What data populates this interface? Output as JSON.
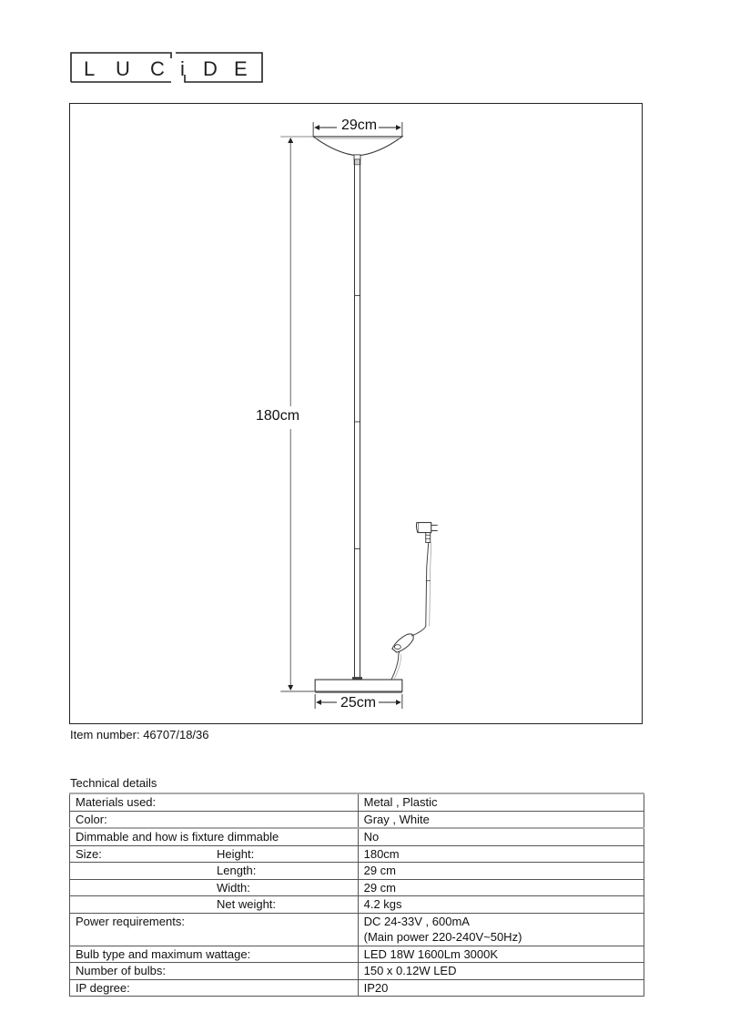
{
  "brand": {
    "logo_text": "LUCIDE",
    "logo_letters": [
      "L",
      "U",
      "C",
      "i",
      "D",
      "E"
    ]
  },
  "drawing": {
    "dimensions": {
      "top_width": "29cm",
      "height": "180cm",
      "base_width": "25cm"
    },
    "components": [
      "lamp-shade",
      "pole",
      "base",
      "power-cable",
      "inline-dimmer",
      "power-adapter-plug"
    ]
  },
  "item": {
    "label": "Item number:",
    "number": "46707/18/36",
    "full": "Item number: 46707/18/36"
  },
  "technical_details": {
    "title": "Technical details",
    "rows": [
      {
        "label": "Materials used:",
        "sublabel": "",
        "value": "Metal , Plastic"
      },
      {
        "label": "Color:",
        "sublabel": "",
        "value": "Gray , White"
      },
      {
        "label": "Dimmable and how is fixture dimmable",
        "sublabel": "",
        "value": "No"
      },
      {
        "label": "Size:",
        "sublabel": "Height:",
        "value": "180cm"
      },
      {
        "label": "",
        "sublabel": "Length:",
        "value": "29 cm"
      },
      {
        "label": "",
        "sublabel": "Width:",
        "value": "29 cm"
      },
      {
        "label": "",
        "sublabel": "Net weight:",
        "value": "4.2 kgs"
      },
      {
        "label": "Power requirements:",
        "sublabel": "",
        "value": "DC 24-33V , 600mA",
        "value_line2": "(Main power 220-240V~50Hz)"
      },
      {
        "label": "Bulb type and maximum wattage:",
        "sublabel": "",
        "value": "LED 18W 1600Lm 3000K"
      },
      {
        "label": "Number of bulbs:",
        "sublabel": "",
        "value": "150 x 0.12W LED"
      },
      {
        "label": "IP degree:",
        "sublabel": "",
        "value": "IP20"
      }
    ]
  }
}
